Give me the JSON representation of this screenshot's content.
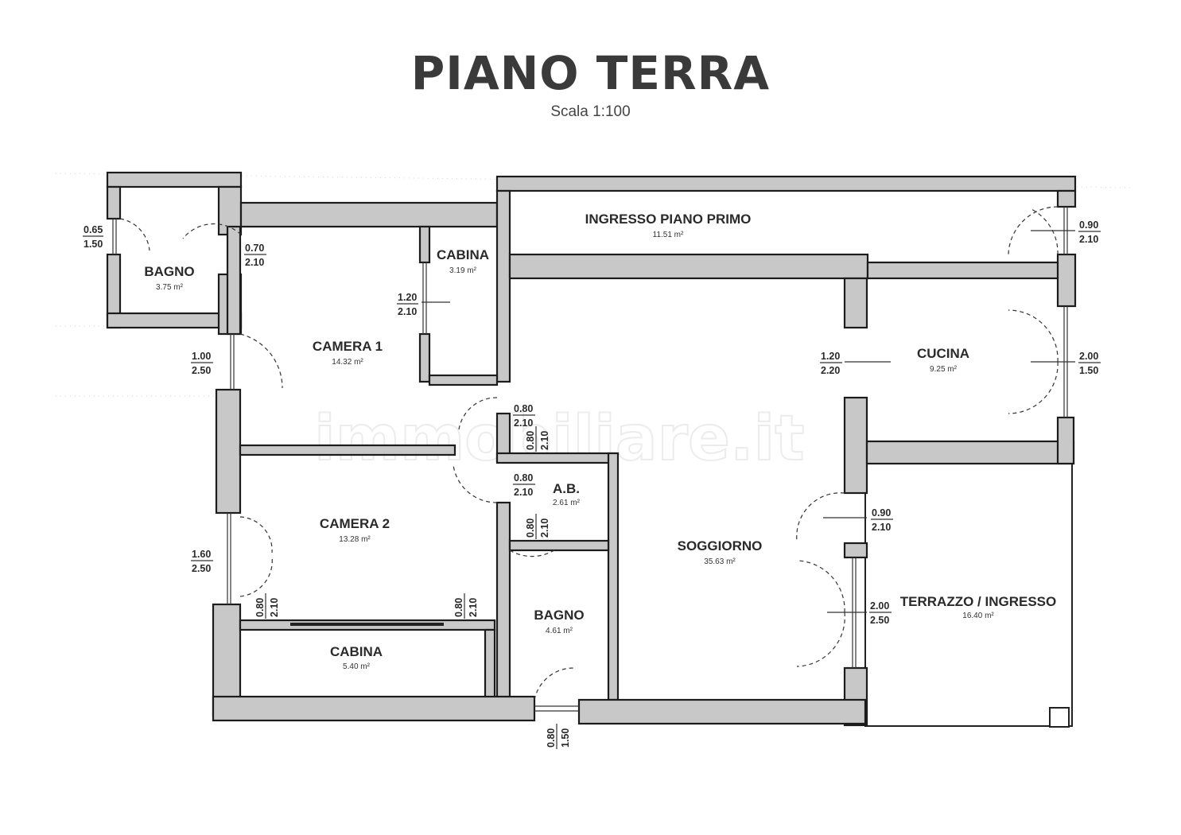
{
  "title": "PIANO TERRA",
  "scale": "Scala 1:100",
  "watermark": "immobiliare.it",
  "rooms": [
    {
      "name": "INGRESSO PIANO PRIMO",
      "area": "11.51 m²"
    },
    {
      "name": "BAGNO",
      "area": "3.75 m²"
    },
    {
      "name": "CABINA",
      "area": "3.19 m²"
    },
    {
      "name": "CAMERA 1",
      "area": "14.32 m²"
    },
    {
      "name": "CUCINA",
      "area": "9.25 m²"
    },
    {
      "name": "A.B.",
      "area": "2.61 m²"
    },
    {
      "name": "CAMERA 2",
      "area": "13.28 m²"
    },
    {
      "name": "SOGGIORNO",
      "area": "35.63 m²"
    },
    {
      "name": "TERRAZZO / INGRESSO",
      "area": "16.40 m²"
    },
    {
      "name": "BAGNO",
      "area": "4.61 m²"
    },
    {
      "name": "CABINA",
      "area": "5.40 m²"
    }
  ],
  "openings": [
    {
      "width": "0.65",
      "height": "1.50"
    },
    {
      "width": "0.70",
      "height": "2.10"
    },
    {
      "width": "1.20",
      "height": "2.10"
    },
    {
      "width": "1.00",
      "height": "2.50"
    },
    {
      "width": "0.80",
      "height": "2.10"
    },
    {
      "width": "0.80",
      "height": "2.10"
    },
    {
      "width": "0.80",
      "height": "2.10"
    },
    {
      "width": "0.80",
      "height": "2.10"
    },
    {
      "width": "1.60",
      "height": "2.50"
    },
    {
      "width": "0.80",
      "height": "2.10"
    },
    {
      "width": "0.80",
      "height": "2.10"
    },
    {
      "width": "0.80",
      "height": "1.50"
    },
    {
      "width": "1.20",
      "height": "2.20"
    },
    {
      "width": "0.90",
      "height": "2.10"
    },
    {
      "width": "2.00",
      "height": "2.50"
    },
    {
      "width": "0.90",
      "height": "2.10"
    },
    {
      "width": "2.00",
      "height": "1.50"
    }
  ]
}
